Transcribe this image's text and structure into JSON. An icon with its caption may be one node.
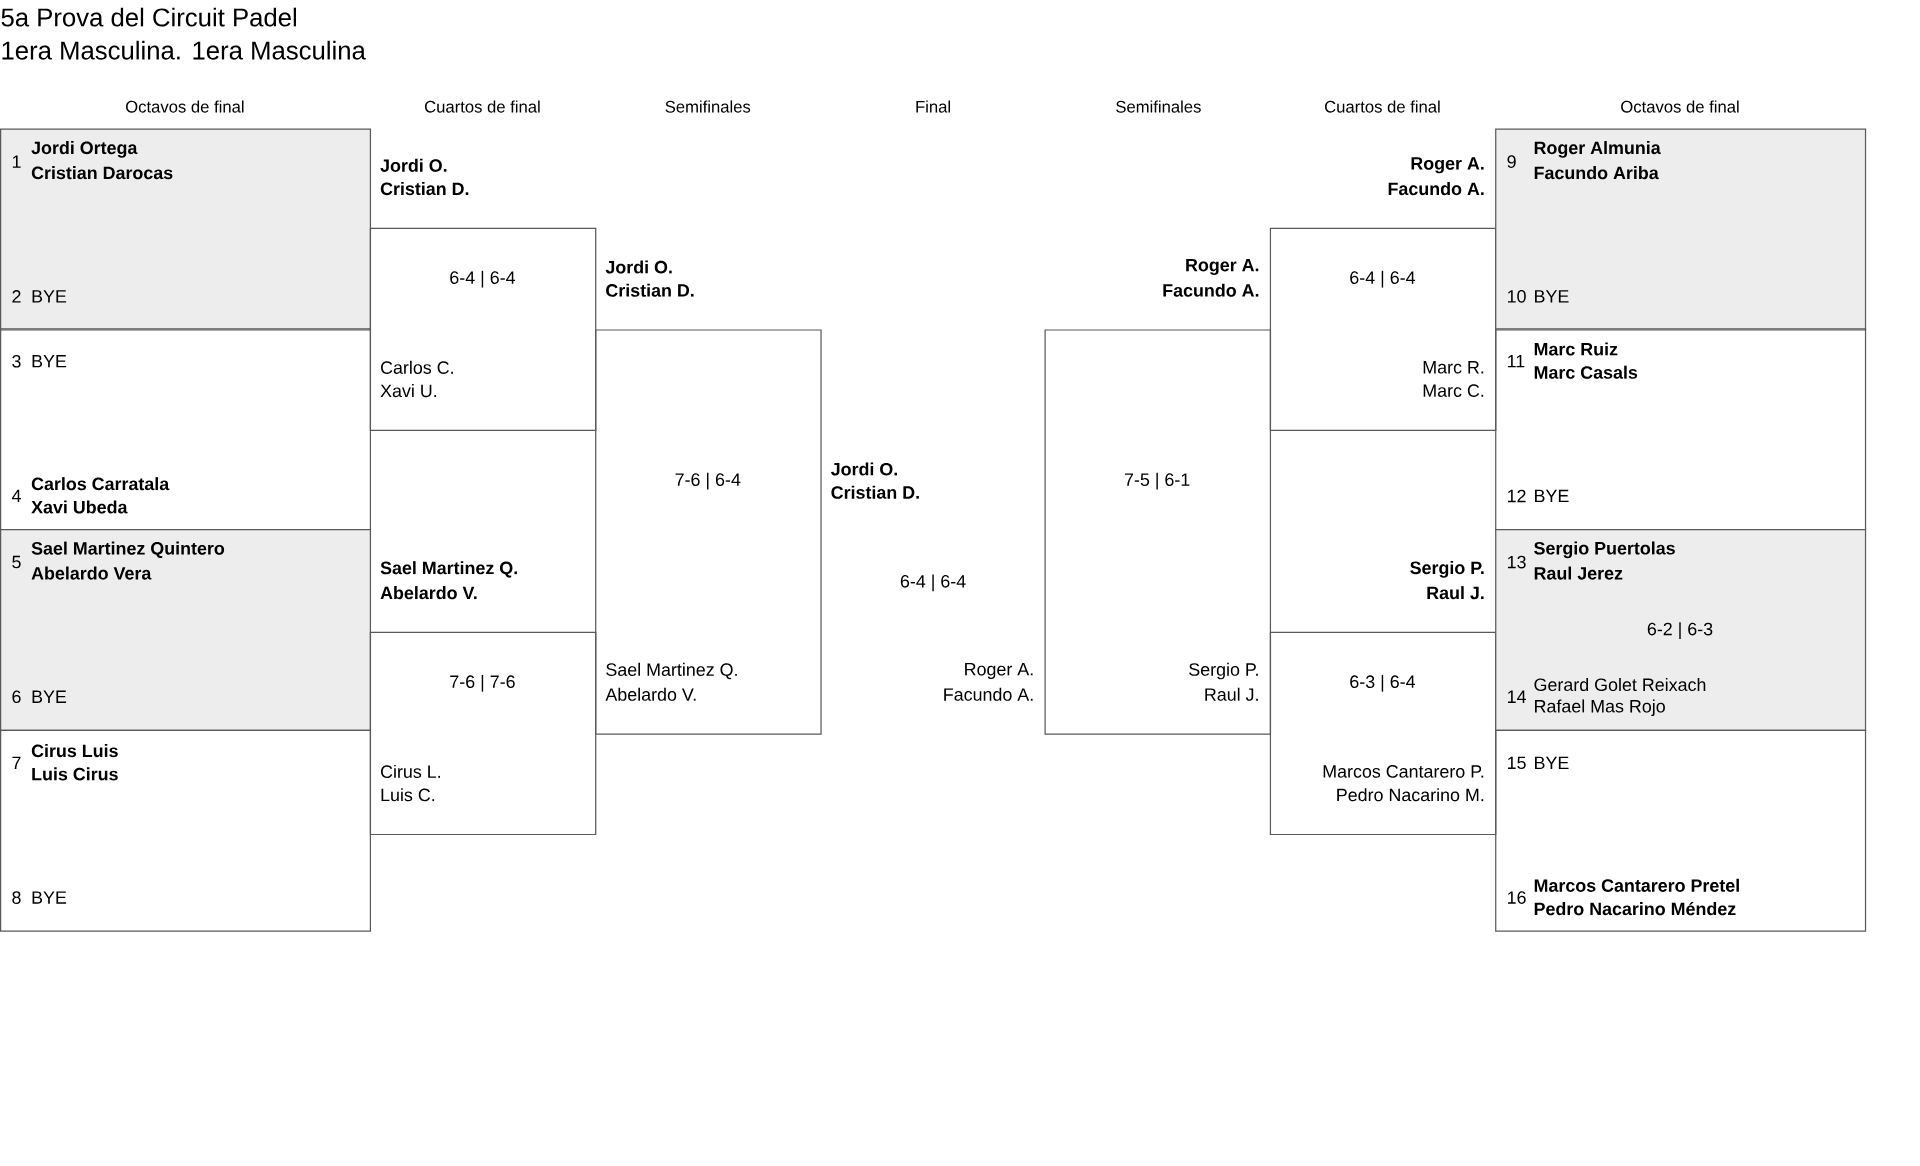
{
  "diagram": {
    "title": "5a Prova del Circuit Padel",
    "nodes": [
      {
        "text": [
          "1",
          "Jordi Ortega",
          "Cristian Darocas",
          "2",
          "BYE"
        ]
      },
      {
        "text": [
          "3",
          "BYE",
          "4",
          "Carlos Carratala",
          "Xavi Ubeda"
        ]
      },
      {
        "text": [
          "5",
          "Sael Martinez Quintero",
          "Abelardo Vera",
          "6",
          "BYE"
        ]
      },
      {
        "text": [
          "7",
          "Cirus Luis",
          "Luis Cirus",
          "8",
          "BYE"
        ]
      },
      {
        "text": [
          "Jordi O.",
          "Cristian D.",
          "6-4 | 6-4",
          "Carlos C.",
          "Xavi U."
        ]
      },
      {
        "text": [
          "Sael Martinez Q.",
          "Abelardo V.",
          "7-6 | 7-6",
          "Cirus L.",
          "Luis C."
        ]
      },
      {
        "text": [
          "Jordi O.",
          "Cristian D.",
          "7-6 | 6-4",
          "Sael Martinez Q.",
          "Abelardo V."
        ]
      },
      {
        "text": [
          "Roger A.",
          "Facundo A.",
          "7-5 | 6-1",
          "Sergio P.",
          "Raul J."
        ]
      },
      {
        "text": [
          "Roger A.",
          "Facundo A.",
          "6-4 | 6-4",
          "Marc R.",
          "Marc C."
        ]
      },
      {
        "text": [
          "Sergio P.",
          "Raul J.",
          "6-3 | 6-4",
          "Marcos Cantarero P.",
          "Pedro Nacarino M."
        ]
      },
      {
        "text": [
          "9",
          "Roger Almunia",
          "Facundo Ariba",
          "10",
          "BYE"
        ]
      },
      {
        "text": [
          "11",
          "Marc Ruiz",
          "Marc Casals",
          "12",
          "BYE"
        ]
      },
      {
        "text": [
          "13",
          "Sergio Puertolas",
          "Raul Jerez",
          "6-2 | 6-3",
          "14",
          "Gerard Golet Reixach",
          "Rafael Mas Rojo"
        ]
      },
      {
        "text": [
          "15",
          "BYE",
          "16",
          "Marcos Cantarero Pretel",
          "Pedro Nacarino Méndez"
        ]
      }
    ],
    "labels": [
      "1era Masculina. 1era Masculina",
      "Octavos de final",
      "Cuartos de final",
      "Semifinales",
      "Final",
      "Semifinales",
      "Cuartos de final",
      "Octavos de final",
      "Jordi O.",
      "Cristian D.",
      "6-4 | 6-4",
      "Roger A.",
      "Facundo A."
    ]
  }
}
